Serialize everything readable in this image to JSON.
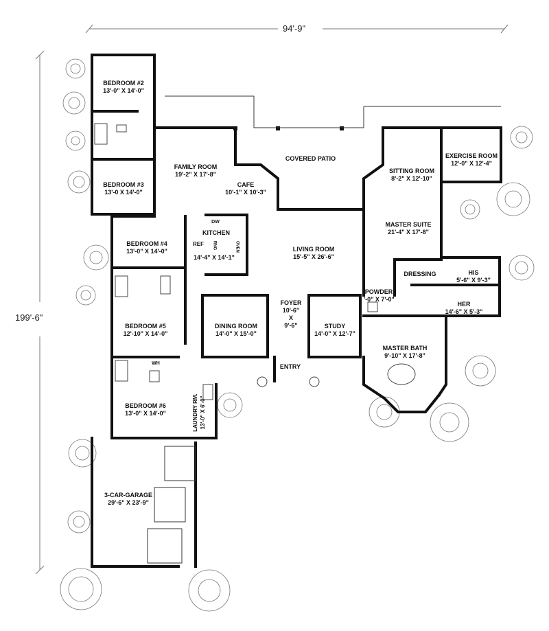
{
  "overall": {
    "width": "94'-9\"",
    "depth": "199'-6\""
  },
  "rooms": {
    "bedroom2": {
      "name": "BEDROOM #2",
      "size": "13'-0\" X 14'-0\""
    },
    "bedroom3": {
      "name": "BEDROOM #3",
      "size": "13'-0 X 14'-0\""
    },
    "bedroom4": {
      "name": "BEDROOM #4",
      "size": "13'-0\" X 14'-0\""
    },
    "bedroom5": {
      "name": "BEDROOM #5",
      "size": "12'-10\" X 14'-0\""
    },
    "bedroom6": {
      "name": "BEDROOM #6",
      "size": "13'-0\" X 14'-0\""
    },
    "family": {
      "name": "FAMILY ROOM",
      "size": "19'-2\" X 17'-8\""
    },
    "cafe": {
      "name": "CAFE",
      "size": "10'-1\" X 10'-3\""
    },
    "patio": {
      "name": "COVERED PATIO"
    },
    "sitting": {
      "name": "SITTING ROOM",
      "size": "8'-2\" X 12'-10\""
    },
    "exercise": {
      "name": "EXERCISE ROOM",
      "size": "12'-0\" X 12'-4\""
    },
    "master_suite": {
      "name": "MASTER SUITE",
      "size": "21'-4\" X 17'-8\""
    },
    "kitchen": {
      "name": "KITCHEN",
      "size": "14'-4\" X 14'-1\"",
      "dw": "DW",
      "ref": "REF",
      "rng": "RNG",
      "oven": "OVEN"
    },
    "living": {
      "name": "LIVING ROOM",
      "size": "15'-5\" X 26'-6\""
    },
    "dressing": {
      "name": "DRESSING"
    },
    "his": {
      "name": "HIS",
      "size": "5'-6\" X 9'-3\""
    },
    "her": {
      "name": "HER",
      "size": "14'-6\" X 5'-3\""
    },
    "powder": {
      "name": "POWDER",
      "size": "'-0\" X 7'-0\""
    },
    "dining": {
      "name": "DINING ROOM",
      "size": "14'-0\" X 15'-0\""
    },
    "foyer": {
      "name": "FOYER",
      "size_a": "10'-6\"",
      "x": "X",
      "size_b": "9'-6\""
    },
    "study": {
      "name": "STUDY",
      "size": "14'-0\" X 12'-7\""
    },
    "master_bath": {
      "name": "MASTER BATH",
      "size": "9'-10\" X 17'-8\""
    },
    "wh": {
      "name": "WH"
    },
    "entry": {
      "name": "ENTRY"
    },
    "laundry": {
      "name": "LAUNDRY RM.",
      "size": "13'-0\" X 6'-0\""
    },
    "garage": {
      "name": "3-CAR-GARAGE",
      "size": "29'-6\" X 23'-9\""
    }
  }
}
